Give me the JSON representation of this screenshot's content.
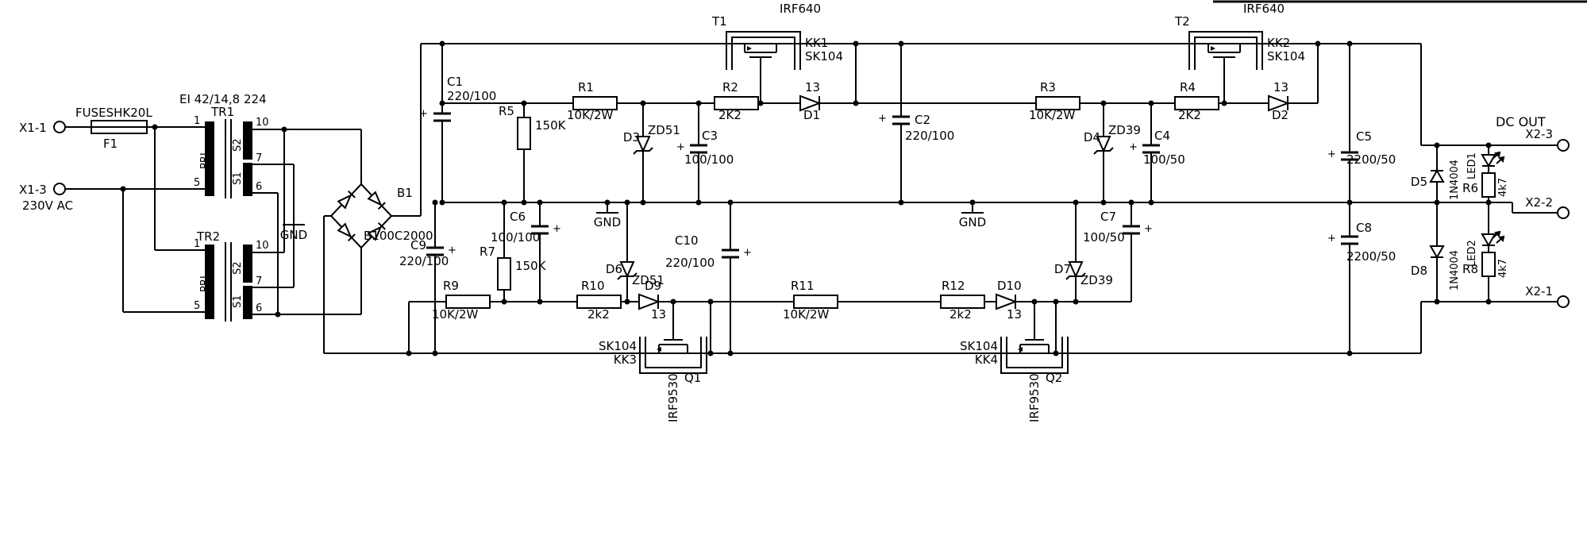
{
  "colors": {
    "ink": "#000000",
    "paper": "#ffffff"
  },
  "input": {
    "x1_1": "X1-1",
    "x1_3": "X1-3",
    "mains": "230V AC",
    "fuse_name": "FUSESHK20L",
    "fuse_ref": "F1"
  },
  "transformers": {
    "core_type": "EI 42/14,8 224",
    "tr1": "TR1",
    "tr2": "TR2",
    "primary": "PRI",
    "sec_upper": "S2",
    "sec_lower": "S1",
    "pin1": "1",
    "pin5": "5",
    "pin6": "6",
    "pin7": "7",
    "pin10": "10"
  },
  "bridge": {
    "ref": "B1",
    "part": "B100C2000"
  },
  "ground_label": "GND",
  "plus_sign": "+",
  "capacitors": {
    "c1": {
      "ref": "C1",
      "value": "220/100"
    },
    "c2": {
      "ref": "C2",
      "value": "220/100"
    },
    "c3": {
      "ref": "C3",
      "value": "100/100"
    },
    "c4": {
      "ref": "C4",
      "value": "100/50"
    },
    "c5": {
      "ref": "C5",
      "value": "2200/50"
    },
    "c6": {
      "ref": "C6",
      "value": "100/100"
    },
    "c7": {
      "ref": "C7",
      "value": "100/50"
    },
    "c8": {
      "ref": "C8",
      "value": "2200/50"
    },
    "c9": {
      "ref": "C9",
      "value": "220/100"
    },
    "c10": {
      "ref": "C10",
      "value": "220/100"
    }
  },
  "resistors": {
    "r1": {
      "ref": "R1",
      "value": "10K/2W"
    },
    "r2": {
      "ref": "R2",
      "value": "2K2"
    },
    "r3": {
      "ref": "R3",
      "value": "10K/2W"
    },
    "r4": {
      "ref": "R4",
      "value": "2K2"
    },
    "r5": {
      "ref": "R5",
      "value": "150K"
    },
    "r6": {
      "ref": "R6",
      "value": "4k7"
    },
    "r7": {
      "ref": "R7",
      "value": "150K"
    },
    "r8": {
      "ref": "R8",
      "value": "4k7"
    },
    "r9": {
      "ref": "R9",
      "value": "10K/2W"
    },
    "r10": {
      "ref": "R10",
      "value": "2k2"
    },
    "r11": {
      "ref": "R11",
      "value": "10K/2W"
    },
    "r12": {
      "ref": "R12",
      "value": "2k2"
    }
  },
  "diodes": {
    "d1": {
      "ref": "D1",
      "value": "13"
    },
    "d2": {
      "ref": "D2",
      "value": "13"
    },
    "d3": {
      "ref": "D3",
      "value": "ZD51"
    },
    "d4": {
      "ref": "D4",
      "value": "ZD39"
    },
    "d5": {
      "ref": "D5",
      "value": "1N4004"
    },
    "d6": {
      "ref": "D6",
      "value": "ZD51"
    },
    "d7": {
      "ref": "D7",
      "value": "ZD39"
    },
    "d8": {
      "ref": "D8",
      "value": "1N4004"
    },
    "d9": {
      "ref": "D9",
      "value": "13"
    },
    "d10": {
      "ref": "D10",
      "value": "13"
    }
  },
  "leds": {
    "led1": "LED1",
    "led2": "LED2"
  },
  "transistors": {
    "t1": {
      "ref": "T1",
      "part": "IRF640",
      "heatsink": "KK1",
      "heatsink_type": "SK104"
    },
    "t2": {
      "ref": "T2",
      "part": "IRF640",
      "heatsink": "KK2",
      "heatsink_type": "SK104"
    },
    "q1": {
      "ref": "Q1",
      "part": "IRF9530",
      "heatsink": "KK3",
      "heatsink_type": "SK104"
    },
    "q2": {
      "ref": "Q2",
      "part": "IRF9530",
      "heatsink": "KK4",
      "heatsink_type": "SK104"
    }
  },
  "output": {
    "title": "DC OUT",
    "x2_1": "X2-1",
    "x2_2": "X2-2",
    "x2_3": "X2-3"
  }
}
